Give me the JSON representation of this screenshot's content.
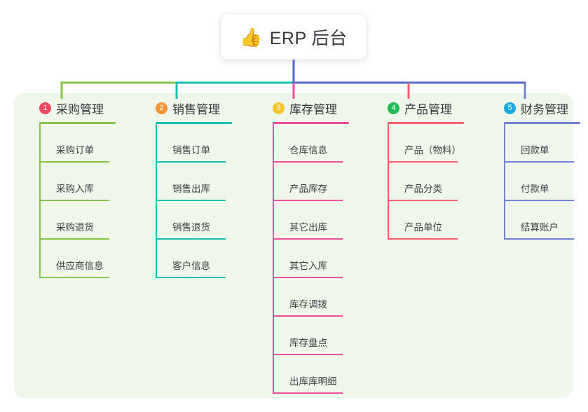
{
  "root": {
    "emoji": "👍",
    "emoji_name": "thumbs-up-emoji",
    "title": "ERP 后台"
  },
  "colors": {
    "panel_bg": "#eef7ea",
    "card_bg": "#ffffff",
    "root_connector": "#5566cc",
    "green": "#85c44a",
    "teal": "#16bfae",
    "pink": "#ef4e9b",
    "red": "#f4606c",
    "blue": "#7282d4",
    "badge_1": "#f2455f",
    "badge_2": "#f79433",
    "badge_3": "#f7c52a",
    "badge_4": "#22bb55",
    "badge_5": "#1aa8e0"
  },
  "columns": [
    {
      "index": "1",
      "title": "采购管理",
      "badge_color": "#f2455f",
      "line_color": "#85c44a",
      "items": [
        "采购订单",
        "采购入库",
        "采购退货",
        "供应商信息"
      ]
    },
    {
      "index": "2",
      "title": "销售管理",
      "badge_color": "#f79433",
      "line_color": "#16bfae",
      "items": [
        "销售订单",
        "销售出库",
        "销售退货",
        "客户信息"
      ]
    },
    {
      "index": "3",
      "title": "库存管理",
      "badge_color": "#f7c52a",
      "line_color": "#ef4e9b",
      "items": [
        "仓库信息",
        "产品库存",
        "其它出库",
        "其它入库",
        "库存调拨",
        "库存盘点",
        "出库库明细"
      ]
    },
    {
      "index": "4",
      "title": "产品管理",
      "badge_color": "#22bb55",
      "line_color": "#f4606c",
      "items": [
        "产品（物料）",
        "产品分类",
        "产品单位"
      ]
    },
    {
      "index": "5",
      "title": "财务管理",
      "badge_color": "#1aa8e0",
      "line_color": "#7282d4",
      "items": [
        "回款单",
        "付款单",
        "结算账户"
      ]
    }
  ]
}
